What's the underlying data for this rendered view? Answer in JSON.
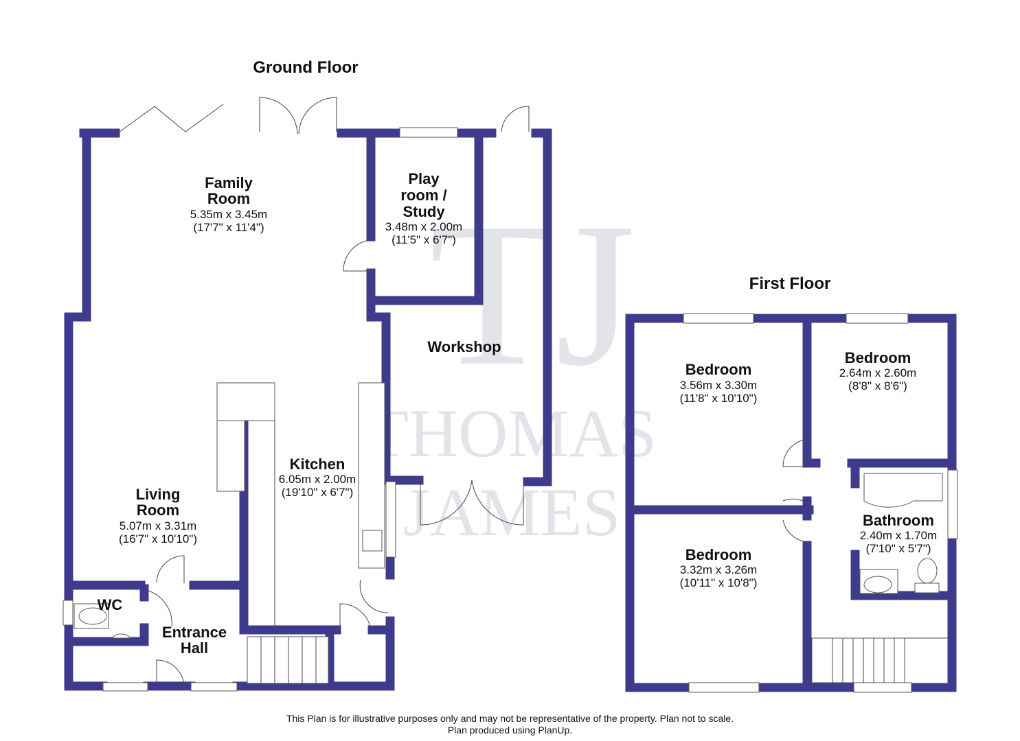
{
  "ground_floor": {
    "title": "Ground Floor",
    "rooms": [
      {
        "name_line1": "Family",
        "name_line2": "Room",
        "metric": "5.35m x 3.45m",
        "imperial": "(17'7\" x 11'4\")"
      },
      {
        "name_line1": "Play",
        "name_line2": "room /",
        "name_line3": "Study",
        "metric": "3.48m x 2.00m",
        "imperial": "(11'5\" x 6'7\")"
      },
      {
        "name_line1": "Workshop"
      },
      {
        "name_line1": "Kitchen",
        "metric": "6.05m x 2.00m",
        "imperial": "(19'10\" x 6'7\")"
      },
      {
        "name_line1": "Living",
        "name_line2": "Room",
        "metric": "5.07m x 3.31m",
        "imperial": "(16'7\" x 10'10\")"
      },
      {
        "name_line1": "WC"
      },
      {
        "name_line1": "Entrance",
        "name_line2": "Hall"
      }
    ]
  },
  "first_floor": {
    "title": "First Floor",
    "rooms": [
      {
        "name_line1": "Bedroom",
        "metric": "3.56m x 3.30m",
        "imperial": "(11'8\" x 10'10\")"
      },
      {
        "name_line1": "Bedroom",
        "metric": "2.64m x 2.60m",
        "imperial": "(8'8\" x 8'6\")"
      },
      {
        "name_line1": "Bathroom",
        "metric": "2.40m x 1.70m",
        "imperial": "(7'10\" x 5'7\")"
      },
      {
        "name_line1": "Bedroom",
        "metric": "3.32m x 3.26m",
        "imperial": "(10'11\" x 10'8\")"
      }
    ]
  },
  "watermark": {
    "monogram": "TJ",
    "line1": "THOMAS",
    "line2": "JAMES"
  },
  "disclaimer": {
    "line1": "This Plan is for illustrative purposes only and may not be representative of the property. Plan not to scale.",
    "line2": "Plan produced using PlanUp."
  },
  "colors": {
    "wall": "#3f3b8c"
  }
}
